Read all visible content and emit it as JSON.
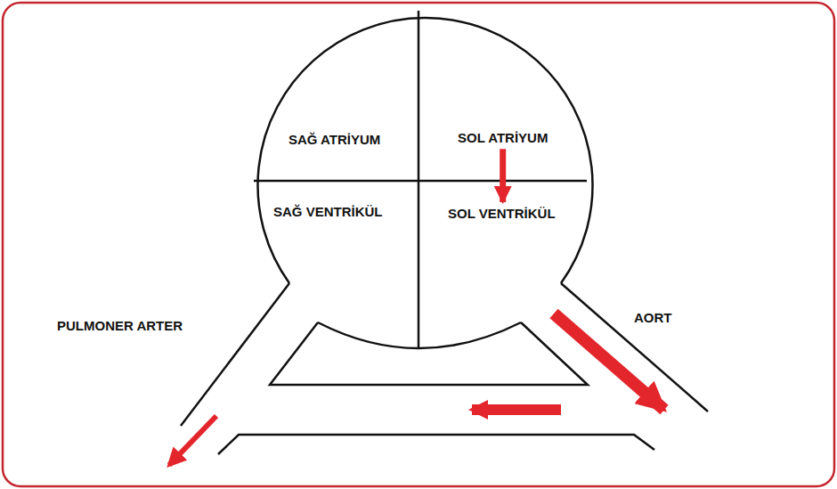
{
  "diagram": {
    "nodes": [
      {
        "text": [
          "SAĞ ATRİYUM"
        ]
      },
      {
        "text": [
          "SOL ATRİYUM"
        ]
      },
      {
        "text": [
          "SAĞ VENTRİKÜL"
        ]
      },
      {
        "text": [
          "SOL VENTRİKÜL"
        ]
      }
    ],
    "edges": [
      {
        "from": 1,
        "to": 3,
        "arrow": "to"
      }
    ],
    "labels": [
      "PULMONER ARTER",
      "AORT"
    ]
  }
}
